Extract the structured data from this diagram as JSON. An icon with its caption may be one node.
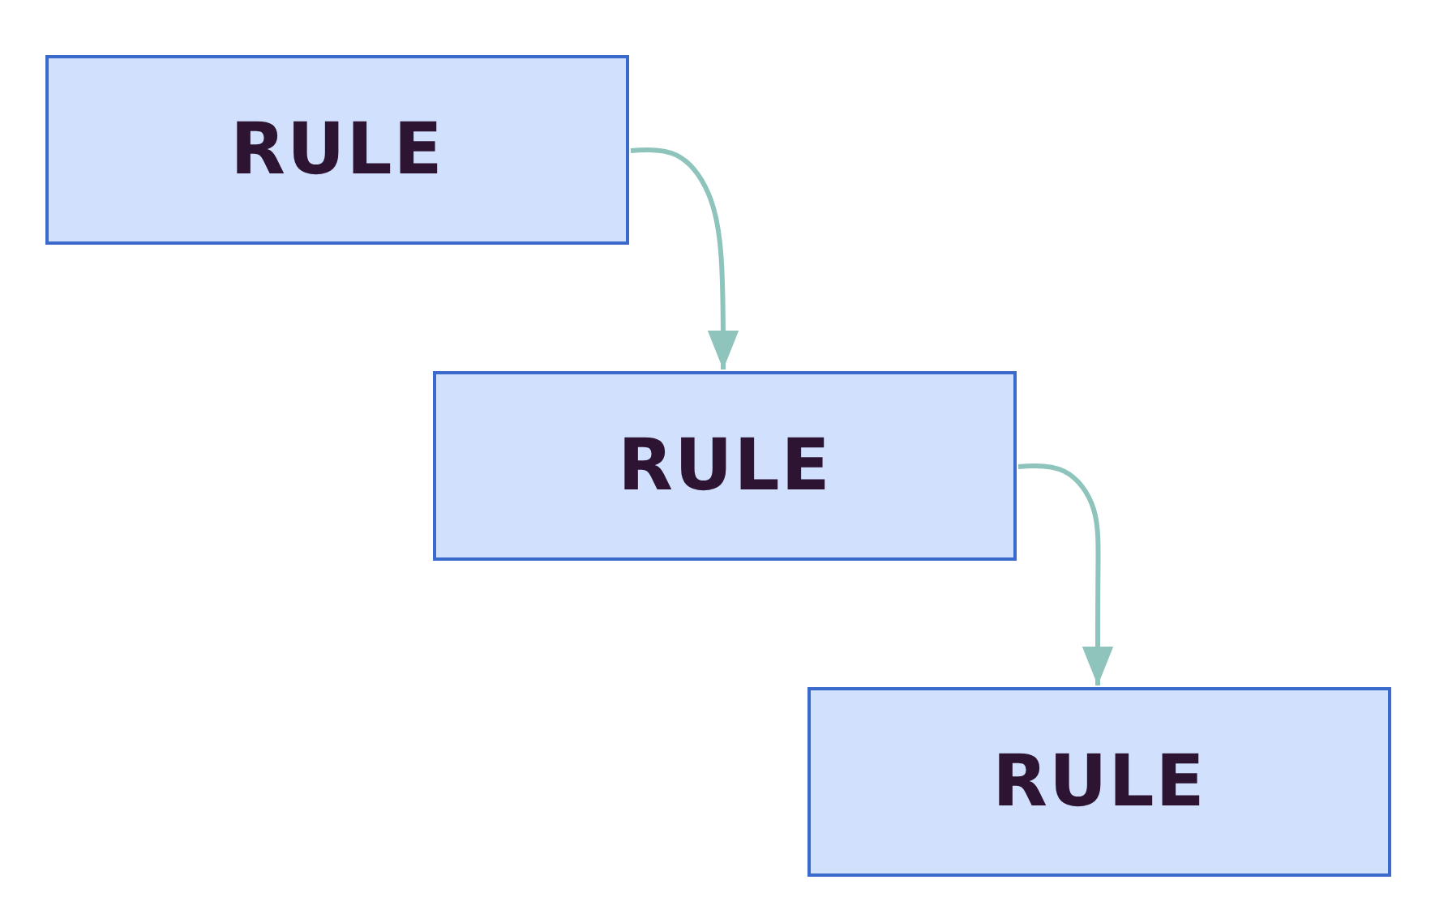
{
  "diagram": {
    "nodes": [
      {
        "text": [
          "RULE"
        ]
      },
      {
        "text": [
          "RULE"
        ]
      },
      {
        "text": [
          "RULE"
        ]
      }
    ],
    "edges": [
      {
        "from": 0,
        "to": 1,
        "arrow": "to"
      },
      {
        "from": 1,
        "to": 2,
        "arrow": "to"
      }
    ]
  }
}
